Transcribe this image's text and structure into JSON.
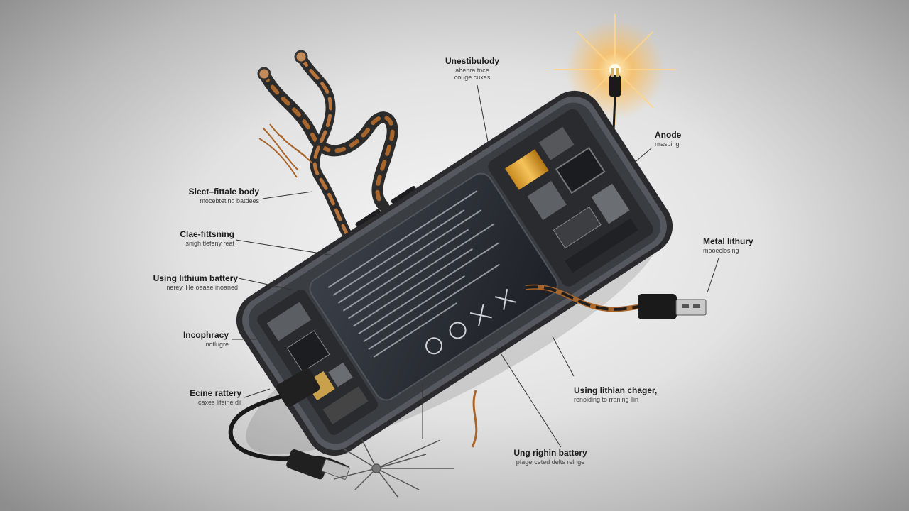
{
  "labels": {
    "top_center": {
      "title": "Unestibulody",
      "sub1": "abenra tnce",
      "sub2": "couge cuxas"
    },
    "anode": {
      "title": "Anode",
      "sub": "nrasping"
    },
    "short_body": {
      "title": "Slect–fittale body",
      "sub": "mocebteting batdees"
    },
    "clae": {
      "title": "Clae-fittsning",
      "sub": "snigh tlefeny reat"
    },
    "using_lithium": {
      "title": "Using lithium battery",
      "sub": "nerey iHe oeaae inoaned"
    },
    "metal": {
      "title": "Metal lithury",
      "sub": "mooeclosing"
    },
    "incophracy": {
      "title": "Incophracy",
      "sub": "notlugre"
    },
    "using_charger": {
      "title": "Using lithian chager,",
      "sub": "renoiding to rraning llin"
    },
    "ecine": {
      "title": "Ecine rattery",
      "sub": "caxes lifeine dil"
    },
    "bottom": {
      "title": "Ung righin battery",
      "sub": "pfagerceted delts relnge"
    }
  },
  "colors": {
    "background": "#e6e6e6",
    "phone_frame": "#2b2b2e",
    "battery": "#2c3036",
    "copper": "#a8652c",
    "spark": "#ffb84a"
  },
  "icons": [
    "phone-body",
    "lithium-battery",
    "usb-cable",
    "charger-plug",
    "frayed-wire",
    "spark-icon"
  ]
}
